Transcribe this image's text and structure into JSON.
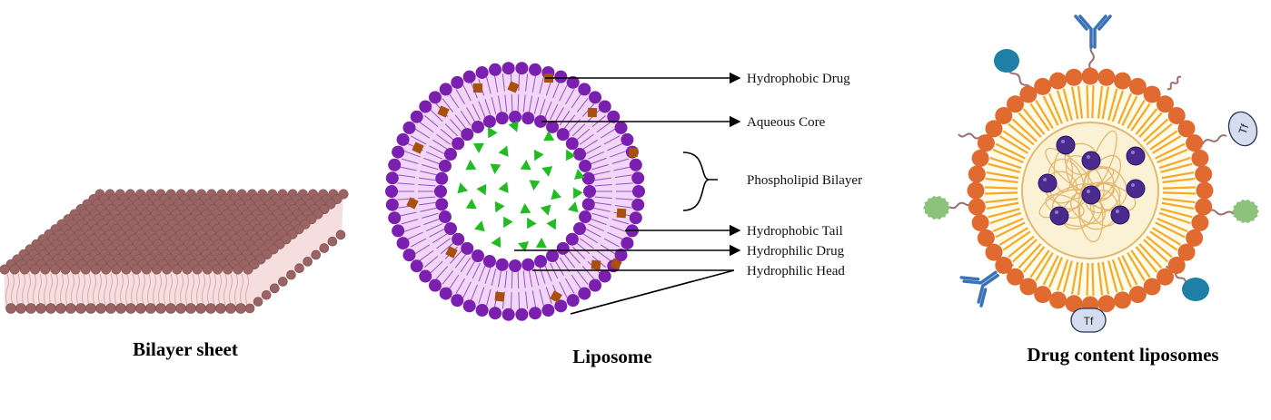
{
  "panels": {
    "bilayer": {
      "caption": "Bilayer sheet"
    },
    "liposome": {
      "caption": "Liposome",
      "labels": {
        "hydrophobic_drug": "Hydrophobic Drug",
        "aqueous_core": "Aqueous Core",
        "phospholipid_bilayer": "Phospholipid Bilayer",
        "hydrophobic_tail": "Hydrophobic Tail",
        "hydrophilic_drug": "Hydrophilic Drug",
        "hydrophilic_head": "Hydrophilic Head"
      }
    },
    "drug_liposome": {
      "caption": "Drug content liposomes",
      "ligand_label_top": "Tf",
      "ligand_label_bottom": "Tf"
    }
  },
  "colors": {
    "sheet_head": "#9a6464",
    "sheet_tail": "#f6dede",
    "lipo_head": "#7a1fb0",
    "lipo_tail_bg": "#f1d6f8",
    "lipo_tail": "#9a4fc0",
    "hydrophobic_drug": "#a8500e",
    "hydrophilic_drug": "#22bb22",
    "orange_head": "#e06a30",
    "orange_tail": "#f4a92a",
    "core": "#fbf2d6",
    "core_strands": "#e2b870",
    "drug_sphere": "#4a2a8c",
    "antibody": "#3a72b8",
    "teal": "#1f7fa6",
    "green_ligand": "#8cc27a",
    "tf_fill": "#d4dcf0",
    "linker": "#9a7070"
  }
}
